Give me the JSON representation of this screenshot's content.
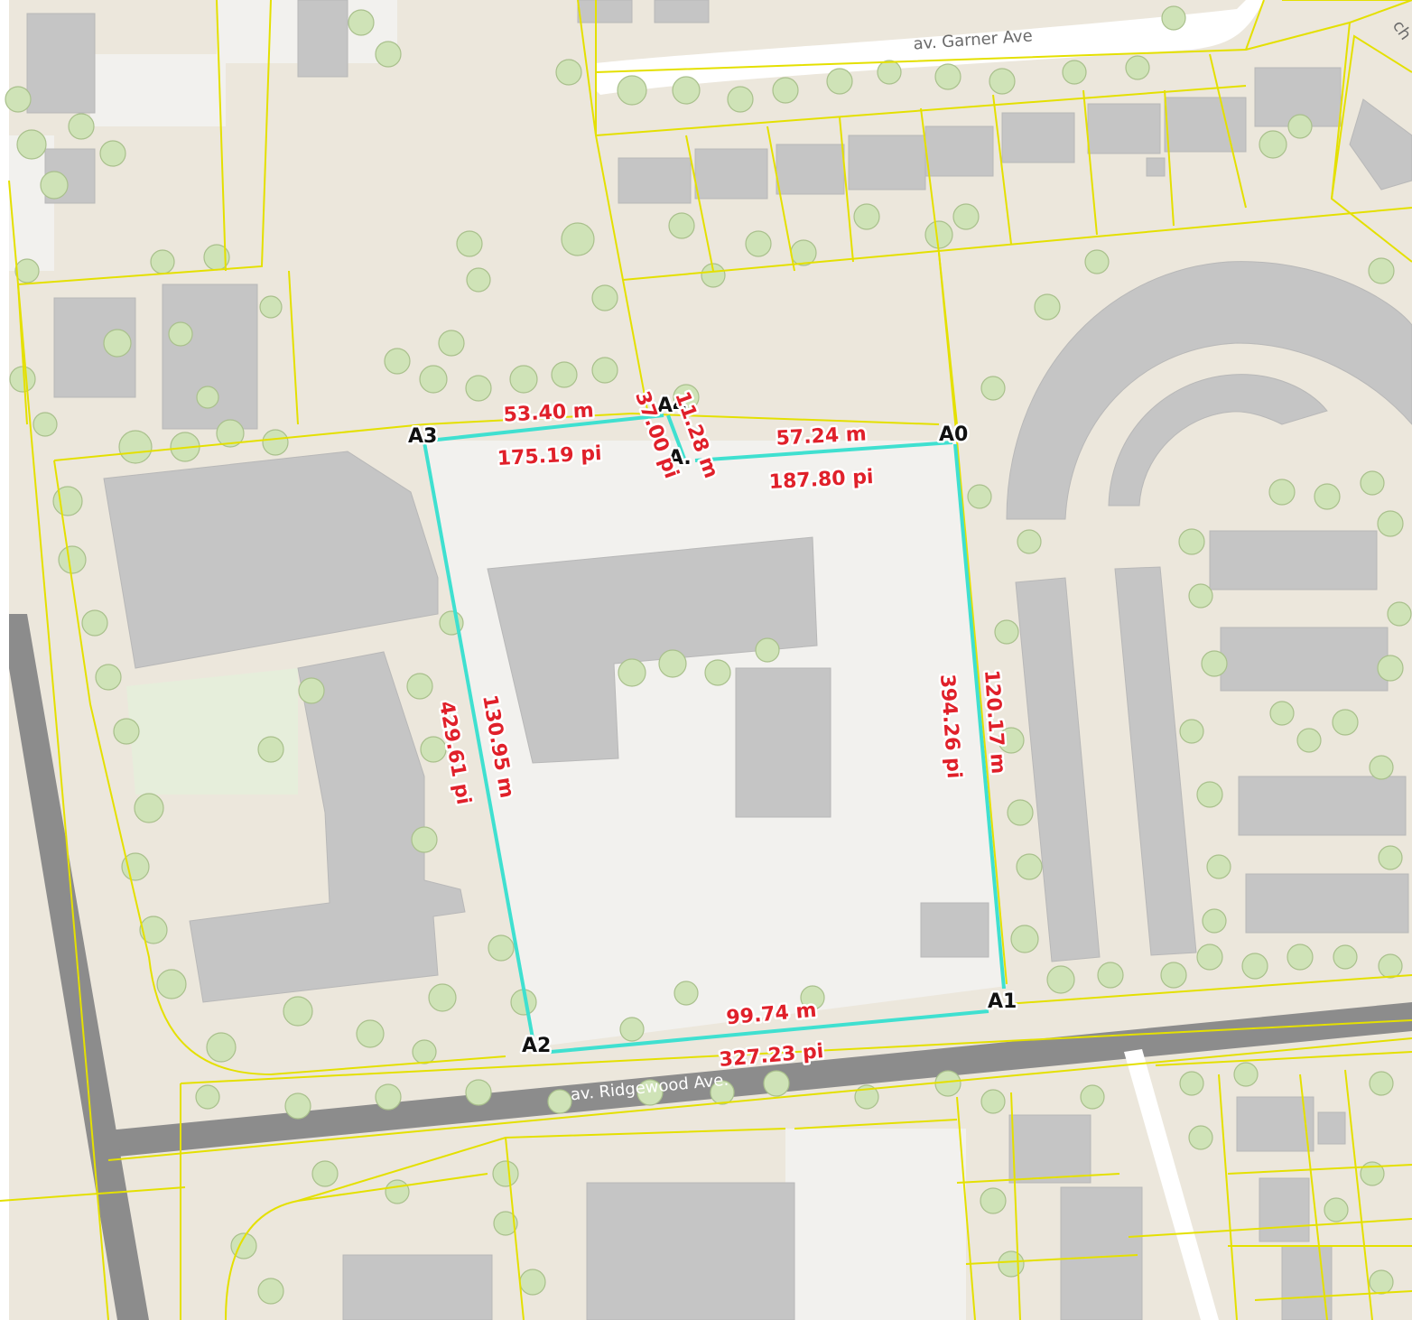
{
  "map": {
    "streets": {
      "garner": "av. Garner Ave",
      "ridgewood": "av. Ridgewood Ave.",
      "corner_fragment": "ch"
    },
    "vertices": {
      "a0": "A0",
      "a1": "A1",
      "a2": "A2",
      "a3": "A3",
      "a4_top": "A4",
      "a4_bottom": "A."
    },
    "segments": {
      "a3_a4": {
        "metric": "53.40 m",
        "imperial": "175.19 pi"
      },
      "a4_short": {
        "metric": "11.28 m",
        "imperial": "37.00 pi"
      },
      "a4_a0": {
        "metric": "57.24 m",
        "imperial": "187.80 pi"
      },
      "a0_a1": {
        "metric": "120.17 m",
        "imperial": "394.26 pi"
      },
      "a1_a2": {
        "metric": "99.74 m",
        "imperial": "327.23 pi"
      },
      "a2_a3": {
        "metric": "130.95 m",
        "imperial": "429.61 pi"
      }
    },
    "colors": {
      "measure_line": "#3fe0d0",
      "measure_text": "#e0202a",
      "parcel_line": "#e4e000",
      "building": "#c5c5c5",
      "tree": "#cfe3b7",
      "ground": "#ece7dc",
      "road_dark": "#8c8c8c"
    }
  }
}
